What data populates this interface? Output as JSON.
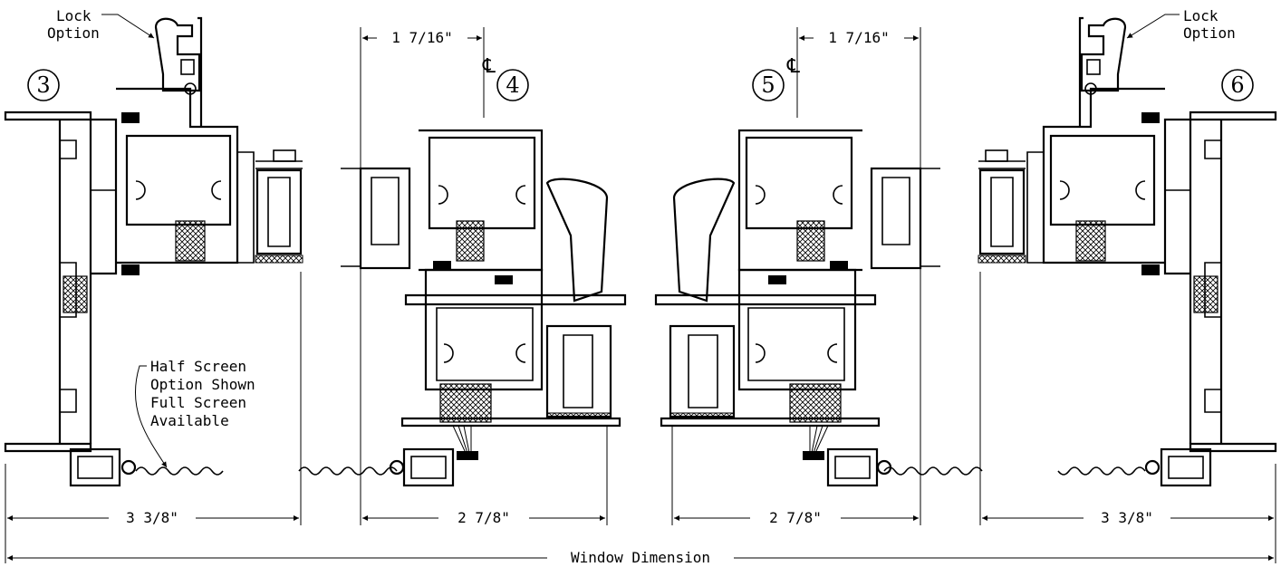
{
  "callouts": {
    "lock_left": [
      "Lock",
      "Option"
    ],
    "lock_right": [
      "Lock",
      "Option"
    ],
    "screen": [
      "Half Screen",
      "Option Shown",
      "Full Screen",
      "Available"
    ],
    "centerline": "℄"
  },
  "sections": [
    "3",
    "4",
    "5",
    "6"
  ],
  "dimensions": {
    "top_left": "1 7/16\"",
    "top_right": "1 7/16\"",
    "bottom": [
      "3 3/8\"",
      "2 7/8\"",
      "2 7/8\"",
      "3 3/8\""
    ],
    "overall": "Window Dimension"
  }
}
